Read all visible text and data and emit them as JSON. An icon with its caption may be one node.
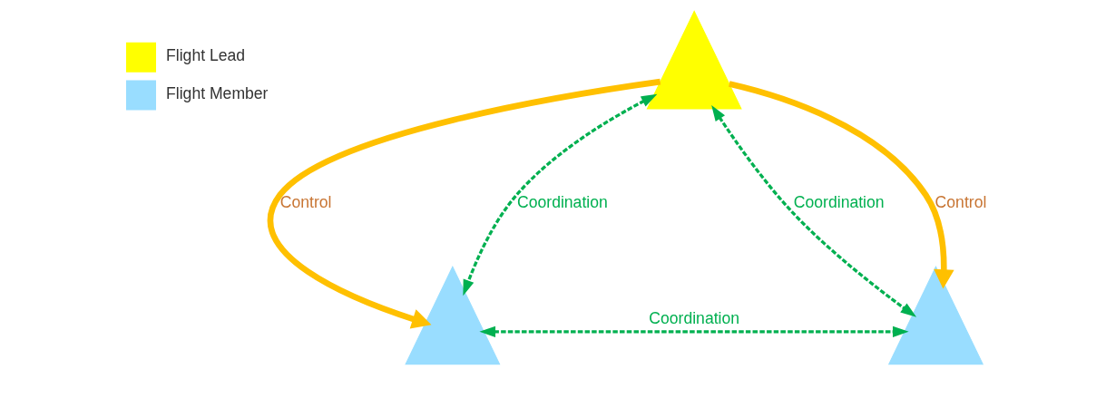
{
  "diagram": {
    "nodes": [
      {
        "text": [],
        "shape": "triangle"
      },
      {
        "text": [],
        "shape": "triangle"
      },
      {
        "text": [],
        "shape": "triangle"
      }
    ],
    "edges": [
      {
        "from": 0,
        "to": 1,
        "arrow": "to",
        "label": "Control",
        "style": "thick",
        "color": "#ffc000"
      },
      {
        "from": 0,
        "to": 1,
        "arrow": "both",
        "label": "Coordination",
        "style": "dashed"
      },
      {
        "from": 0,
        "to": 2,
        "arrow": "both",
        "label": "Coordination",
        "style": "dashed"
      },
      {
        "from": 0,
        "to": 2,
        "arrow": "to",
        "label": "Control",
        "style": "thick",
        "color": "#ffc000"
      },
      {
        "from": 1,
        "to": 2,
        "arrow": "both",
        "label": "Coordination",
        "style": "dashed"
      }
    ],
    "legend": [
      {
        "text": "Flight Lead",
        "color": "#ffff00"
      },
      {
        "text": "Flight Member",
        "color": "#99ddff"
      }
    ]
  }
}
